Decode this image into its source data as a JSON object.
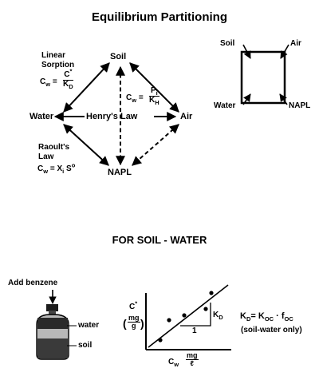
{
  "title": "Equilibrium Partitioning",
  "subtitle": "FOR SOIL - WATER",
  "diagram": {
    "nodes": {
      "soil": "Soil",
      "water": "Water",
      "air": "Air",
      "napl": "NAPL"
    },
    "linear_sorption": {
      "heading": [
        "Linear",
        "Sorption"
      ],
      "lhs": "C",
      "lhs_sub": "w",
      "eq": "=",
      "num": "C",
      "num_sup": "*",
      "den": "K",
      "den_sub": "D"
    },
    "henry": {
      "label": "Henry's Law",
      "lhs": "C",
      "lhs_sub": "w",
      "eq": "=",
      "num": "P",
      "num_sub": "i",
      "den": "K",
      "den_sub": "H"
    },
    "raoult": {
      "heading": [
        "Raoult's",
        "Law"
      ],
      "lhs": "C",
      "lhs_sub": "w",
      "eq": "=",
      "x": "X",
      "x_sub": "i",
      "s": "S",
      "s_sup": "o"
    }
  },
  "box_diagram": {
    "soil": "Soil",
    "air": "Air",
    "water": "Water",
    "napl": "NAPL"
  },
  "bottle": {
    "add_label": "Add benzene",
    "water_label": "water",
    "soil_label": "soil"
  },
  "plot": {
    "y_label": "C",
    "y_label_sup": "*",
    "y_unit_num": "mg",
    "y_unit_den": "g",
    "x_label": "C",
    "x_label_sub": "w",
    "x_unit_num": "mg",
    "x_unit_den": "ℓ",
    "slope_label": "K",
    "slope_label_sub": "D",
    "run_label": "1"
  },
  "kd_equation": {
    "lhs": "K",
    "lhs_sub": "D",
    "eq": "=",
    "a": "K",
    "a_sub": "OC",
    "dot": "·",
    "b": "f",
    "b_sub": "OC",
    "note": "(soil-water only)"
  },
  "colors": {
    "ink": "#000000",
    "background": "#ffffff"
  }
}
